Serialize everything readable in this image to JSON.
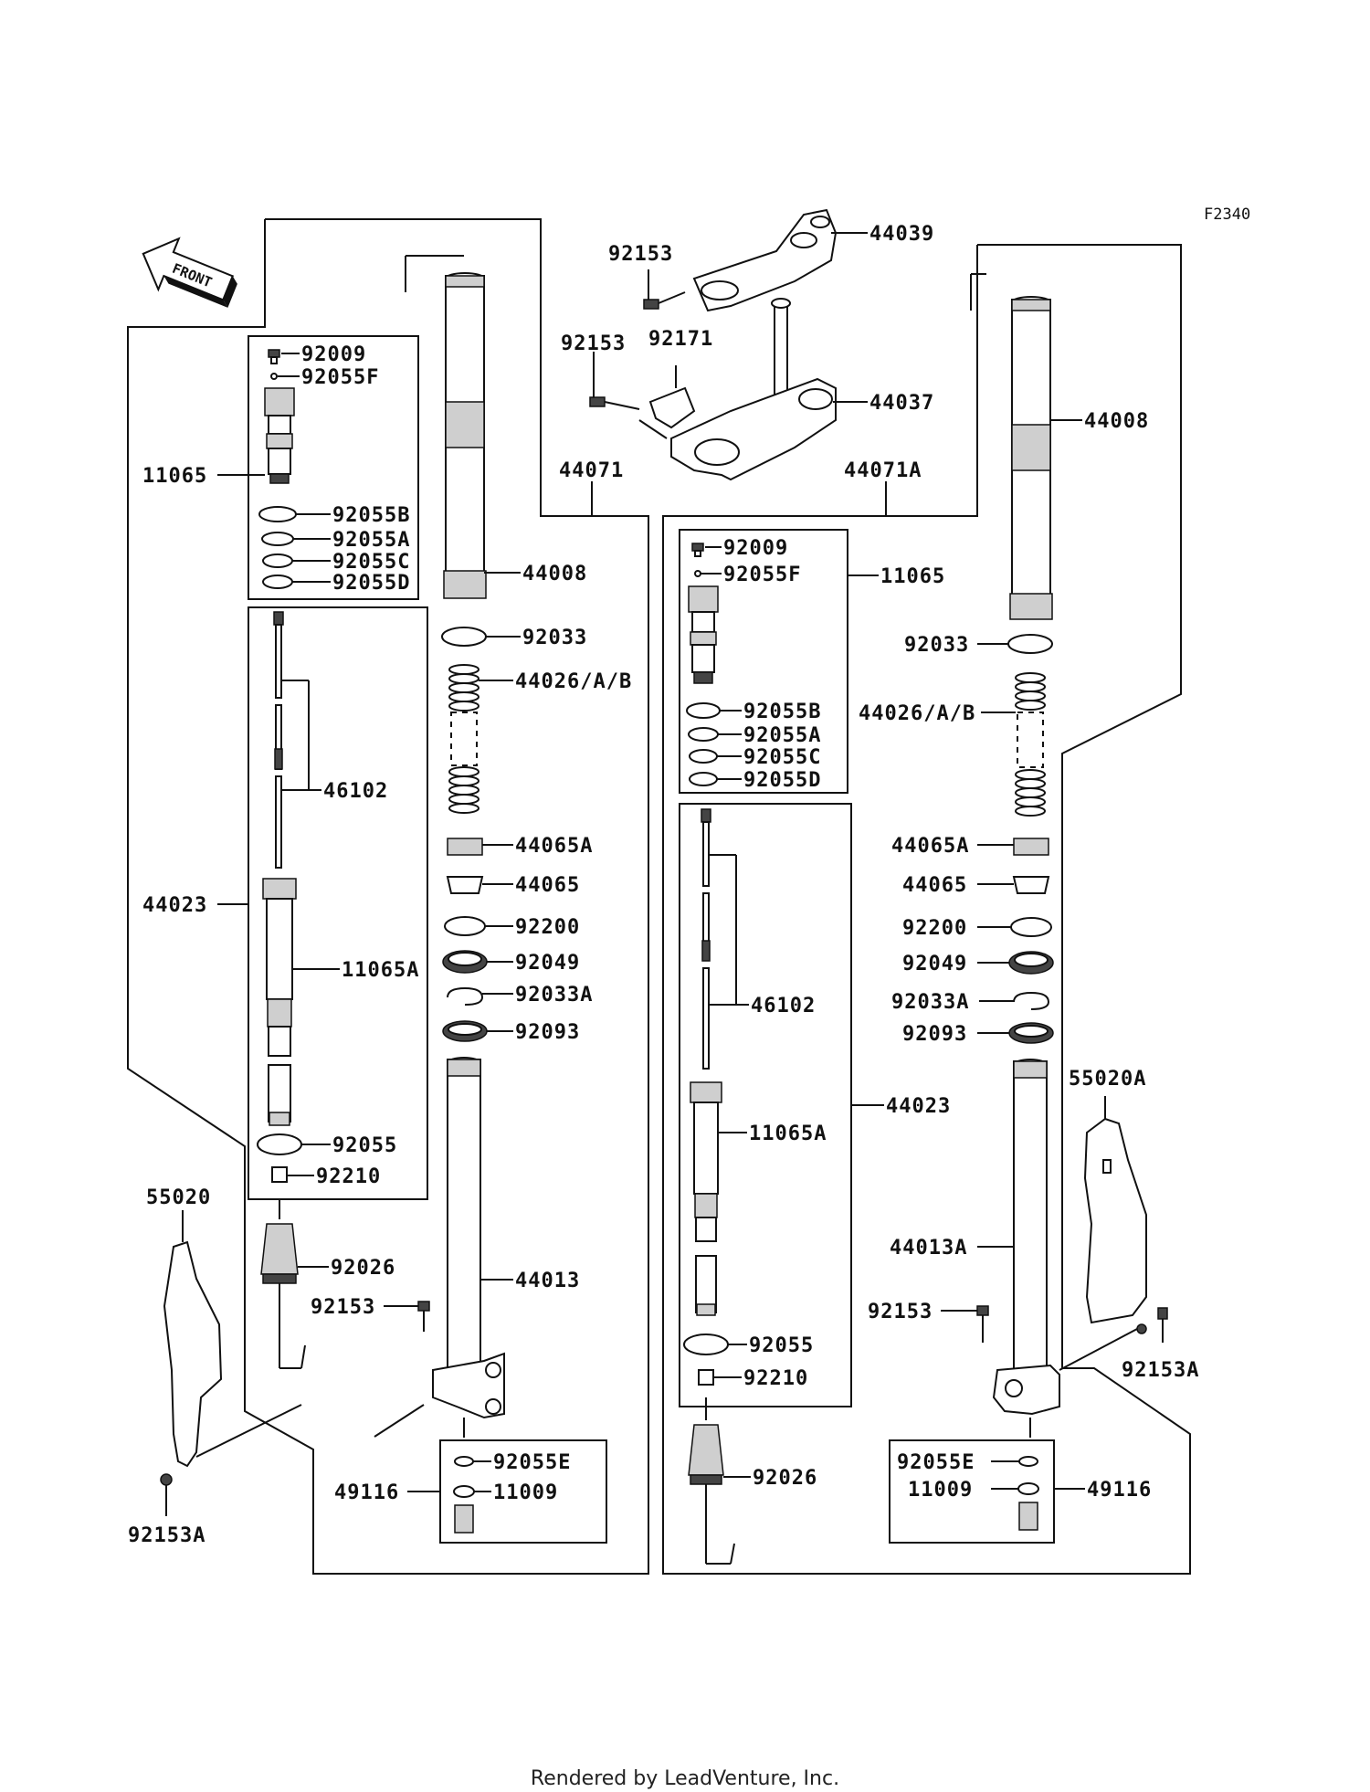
{
  "diagram_code": "F2340",
  "front_arrow_label": "FRONT",
  "footer_text": "Rendered by LeadVenture, Inc.",
  "labels": {
    "l_92009": "92009",
    "l_92055F": "92055F",
    "l_11065": "11065",
    "l_92055B": "92055B",
    "l_92055A": "92055A",
    "l_92055C": "92055C",
    "l_92055D": "92055D",
    "l_46102": "46102",
    "l_44023": "44023",
    "l_11065A": "11065A",
    "l_92055": "92055",
    "l_92210": "92210",
    "l_92026": "92026",
    "l_55020": "55020",
    "l_92153A": "92153A",
    "l_92153_left": "92153",
    "l_44008_left": "44008",
    "l_92033_left": "92033",
    "l_44026_left": "44026/A/B",
    "l_44065A_left": "44065A",
    "l_44065_left": "44065",
    "l_92200_left": "92200",
    "l_92049_left": "92049",
    "l_92033A_left": "92033A",
    "l_92093_left": "92093",
    "l_44013": "44013",
    "l_92055E_left": "92055E",
    "l_49116_left": "49116",
    "l_11009_left": "11009",
    "l_44071": "44071",
    "l_92153_top1": "92153",
    "l_92153_top2": "92153",
    "l_92171": "92171",
    "l_44039": "44039",
    "l_44037": "44037",
    "l_44071A": "44071A",
    "r_92009": "92009",
    "r_92055F": "92055F",
    "r_11065": "11065",
    "r_92055B": "92055B",
    "r_92055A": "92055A",
    "r_92055C": "92055C",
    "r_92055D": "92055D",
    "r_46102": "46102",
    "r_44023": "44023",
    "r_11065A": "11065A",
    "r_92055": "92055",
    "r_92210": "92210",
    "r_92026": "92026",
    "r_44008": "44008",
    "r_92033": "92033",
    "r_44026": "44026/A/B",
    "r_44065A": "44065A",
    "r_44065": "44065",
    "r_92200": "92200",
    "r_92049": "92049",
    "r_92033A": "92033A",
    "r_92093": "92093",
    "r_55020A": "55020A",
    "r_44013A": "44013A",
    "r_92153": "92153",
    "r_92153A": "92153A",
    "r_92055E": "92055E",
    "r_11009": "11009",
    "r_49116": "49116"
  }
}
